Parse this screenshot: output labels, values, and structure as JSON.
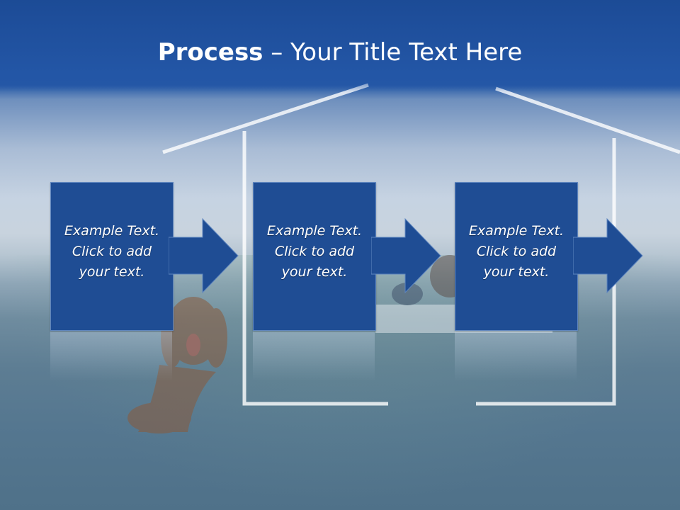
{
  "slide": {
    "title_bold": "Process",
    "title_rest": " – Your Title Text Here"
  },
  "steps": [
    {
      "line1": "Example Text.",
      "line2": "Click  to add",
      "line3": "your text."
    },
    {
      "line1": "Example Text.",
      "line2": "Click  to add",
      "line3": "your text."
    },
    {
      "line1": "Example Text.",
      "line2": "Click  to add",
      "line3": "your text."
    }
  ],
  "colors": {
    "title_band": "#2356a6",
    "box": "#1f4d94",
    "house_outline": "#ffffff"
  }
}
